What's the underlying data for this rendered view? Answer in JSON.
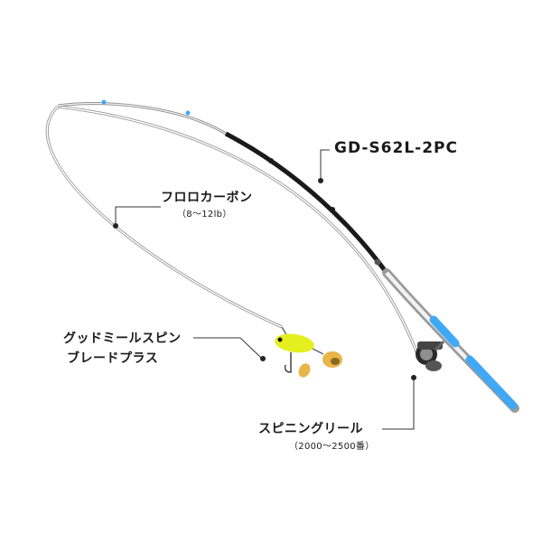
{
  "labels": {
    "rod": "GD-S62L-2PC",
    "line": "フロロカーボン",
    "line_spec": "（8～12lb）",
    "lure_line1": "グッドミールスピン",
    "lure_line2": "ブレードプラス",
    "reel": "スピニングリール",
    "reel_spec": "（2000～2500番）"
  },
  "colors": {
    "rod_blank": "#1a1a1a",
    "rod_accent": "#3fa9f5",
    "line": "#9a9a9a",
    "lure_body": "#e5ee1f",
    "blade": "#e8b54a"
  }
}
